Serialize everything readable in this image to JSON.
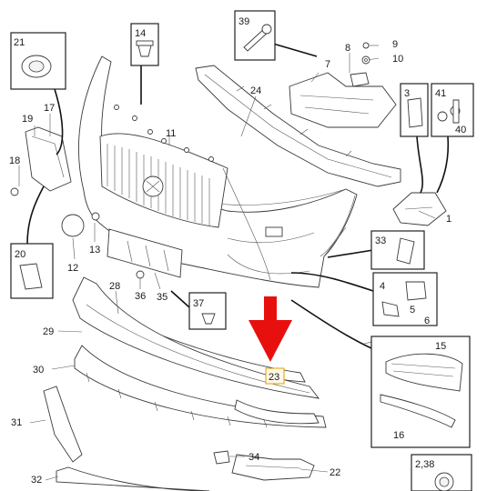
{
  "labels": {
    "l1": "1",
    "l3": "3",
    "l4": "4",
    "l5": "5",
    "l6": "6",
    "l7": "7",
    "l8": "8",
    "l9": "9",
    "l10": "10",
    "l11": "11",
    "l12": "12",
    "l13": "13",
    "l14": "14",
    "l15": "15",
    "l16": "16",
    "l17": "17",
    "l18": "18",
    "l19": "19",
    "l20": "20",
    "l21": "21",
    "l22": "22",
    "l23": "23",
    "l24": "24",
    "l28": "28",
    "l29": "29",
    "l30": "30",
    "l31": "31",
    "l32": "32",
    "l33": "33",
    "l34": "34",
    "l35": "35",
    "l36": "36",
    "l37": "37",
    "l38": "2,38",
    "l39": "39",
    "l40": "40",
    "l41": "41"
  },
  "colors": {
    "arrow": "#e8100f",
    "highlight": "#e0a000"
  }
}
